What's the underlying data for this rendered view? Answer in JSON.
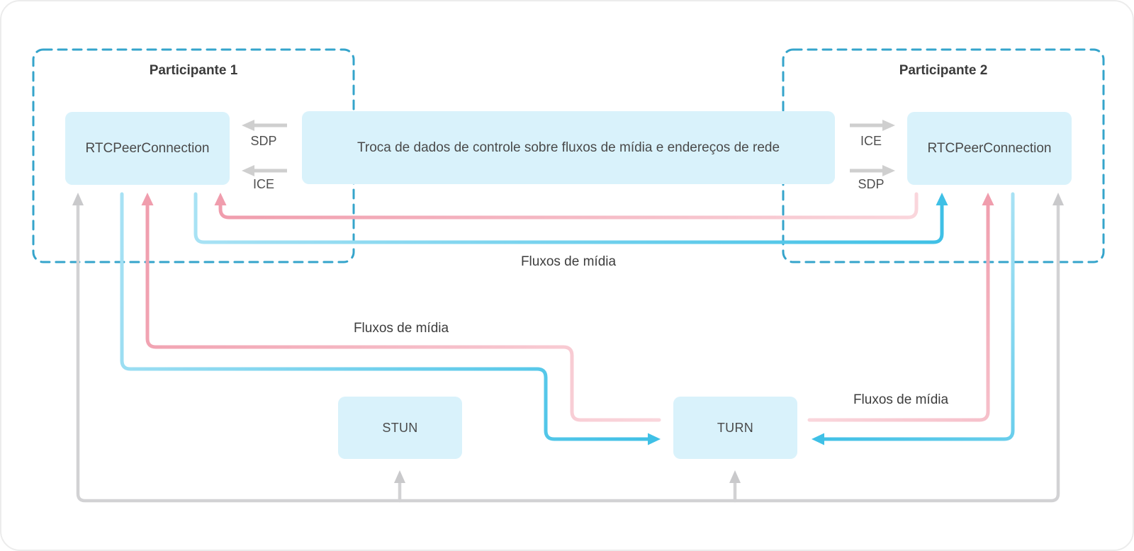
{
  "diagram": {
    "participants": [
      {
        "title": "Participante 1",
        "node_label": "RTCPeerConnection"
      },
      {
        "title": "Participante 2",
        "node_label": "RTCPeerConnection"
      }
    ],
    "signaling_box_label": "Troca de dados de controle sobre fluxos de mídia e endereços de rede",
    "signal_arrows": {
      "p1_top": "SDP",
      "p1_bottom": "ICE",
      "p2_top": "ICE",
      "p2_bottom": "SDP"
    },
    "servers": {
      "stun": "STUN",
      "turn": "TURN"
    },
    "flow_labels": {
      "direct": "Fluxos de mídia",
      "via_turn_left": "Fluxos de mídia",
      "via_turn_right": "Fluxos de mídia"
    },
    "colors": {
      "node_fill": "#d9f2fb",
      "participant_dashed_border": "#35a4cb",
      "signal_arrow_gray": "#cfcfcf",
      "network_line_gray": "#d2d2d4",
      "media_send_cyan": "#3fc0e6",
      "media_send_cyan_light": "#a8e2f4",
      "media_receive_pink": "#f09dad",
      "media_receive_pink_light": "#fad6dc",
      "text_primary": "#3b3b3b",
      "text_secondary": "#4f4f4f"
    }
  }
}
